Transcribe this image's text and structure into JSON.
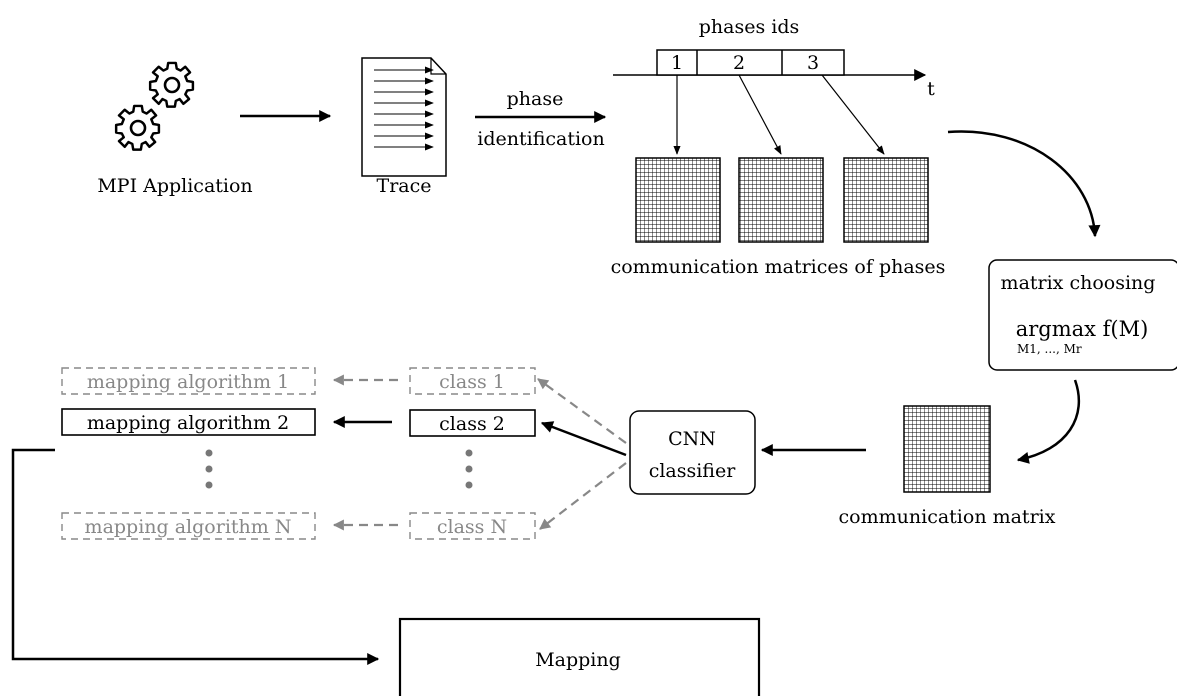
{
  "labels": {
    "mpi_application": "MPI Application",
    "trace": "Trace",
    "phase_line1": "phase",
    "phase_line2": "identification",
    "phases_ids": "phases ids",
    "axis_t": "t",
    "matrices_caption": "communication matrices of phases",
    "matrix_choosing": "matrix choosing",
    "argmax": "argmax f(M)",
    "argmax_sub": "M1, ..., Mr",
    "communication_matrix": "communication matrix",
    "cnn_line1": "CNN",
    "cnn_line2": "classifier",
    "mapping": "Mapping"
  },
  "phase_ids": [
    "1",
    "2",
    "3"
  ],
  "mapping_algorithms": [
    {
      "label": "mapping algorithm 1",
      "active": false
    },
    {
      "label": "mapping algorithm 2",
      "active": true
    },
    {
      "label": "mapping algorithm N",
      "active": false
    }
  ],
  "classes": [
    {
      "label": "class 1",
      "active": false
    },
    {
      "label": "class 2",
      "active": true
    },
    {
      "label": "class N",
      "active": false
    }
  ],
  "colors": {
    "active": "#000000",
    "inactive": "#888888"
  }
}
